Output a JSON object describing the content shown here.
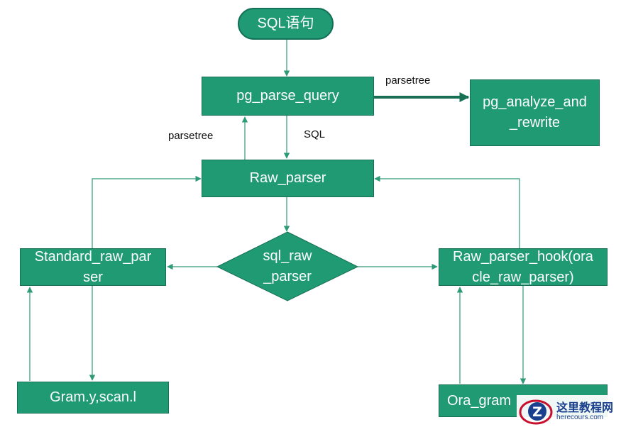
{
  "nodes": {
    "start": "SQL语句",
    "pg_parse_query": "pg_parse_query",
    "pg_analyze": "pg_analyze_and\n_rewrite",
    "raw_parser": "Raw_parser",
    "sql_raw_parser": "sql_raw\n_parser",
    "standard_raw_parser": "Standard_raw_par\nser",
    "raw_parser_hook": "Raw_parser_hook(ora\ncle_raw_parser)",
    "gram": "Gram.y,scan.l",
    "ora_gram": "Ora_gram"
  },
  "edge_labels": {
    "parsetree_right": "parsetree",
    "parsetree_up": "parsetree",
    "sql_down": "SQL"
  },
  "watermark": {
    "title": "这里教程网",
    "url": "herecours.com"
  },
  "colors": {
    "node_fill": "#1f9a73",
    "node_border": "#176f54",
    "connector": "#2e9a78"
  }
}
